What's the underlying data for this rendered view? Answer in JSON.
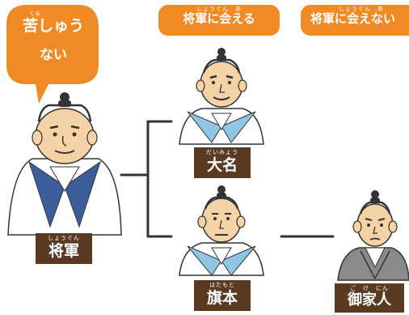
{
  "bubble": {
    "ruby": "くる",
    "line1": "苦しゅう",
    "line2": "ない"
  },
  "top_labels": [
    {
      "ruby": "しょうぐん　あ",
      "text": "将軍に会える"
    },
    {
      "ruby": "しょうぐん　あ",
      "text": "将軍に会えない"
    }
  ],
  "nodes": {
    "shogun": {
      "ruby": "しょうぐん",
      "label": "将軍"
    },
    "daimyo": {
      "ruby": "だいみょう",
      "label": "大名"
    },
    "hatamoto": {
      "ruby": "はたもと",
      "label": "旗本"
    },
    "gokenin": {
      "ruby": "ご　け　にん",
      "label": "御家人"
    }
  },
  "colors": {
    "orange": "#ef8a24",
    "label_brown": "#5b3a23",
    "robe_blue": "#8fc6e6",
    "robe_dark": "#2f3f5a",
    "robe_gray": "#8a8a8a",
    "skin": "#f6d3a6",
    "line": "#333333"
  }
}
